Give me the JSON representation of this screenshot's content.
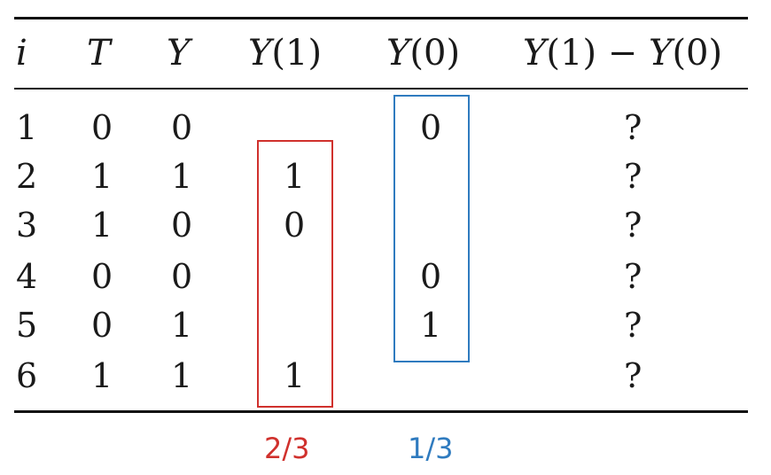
{
  "table": {
    "headers": {
      "i": "i",
      "t": "T",
      "y": "Y",
      "y1": {
        "pre": "Y",
        "paren": "(1)"
      },
      "y0": {
        "pre": "Y",
        "paren": "(0)"
      },
      "diff": {
        "a": "Y",
        "ap": "(1)",
        "op": " − ",
        "b": "Y",
        "bp": "(0)"
      }
    },
    "rows": [
      {
        "i": "1",
        "t": "0",
        "y": "0",
        "y1": "",
        "y0": "0",
        "diff": "?"
      },
      {
        "i": "2",
        "t": "1",
        "y": "1",
        "y1": "1",
        "y0": "",
        "diff": "?"
      },
      {
        "i": "3",
        "t": "1",
        "y": "0",
        "y1": "0",
        "y0": "",
        "diff": "?"
      },
      {
        "i": "4",
        "t": "0",
        "y": "0",
        "y1": "",
        "y0": "0",
        "diff": "?"
      },
      {
        "i": "5",
        "t": "0",
        "y": "1",
        "y1": "",
        "y0": "1",
        "diff": "?"
      },
      {
        "i": "6",
        "t": "1",
        "y": "1",
        "y1": "1",
        "y0": "",
        "diff": "?"
      }
    ]
  },
  "annotations": {
    "y1_mean": "2/3",
    "y0_mean": "1/3",
    "y1_color": "#d0312d",
    "y0_color": "#2f7bbf"
  }
}
